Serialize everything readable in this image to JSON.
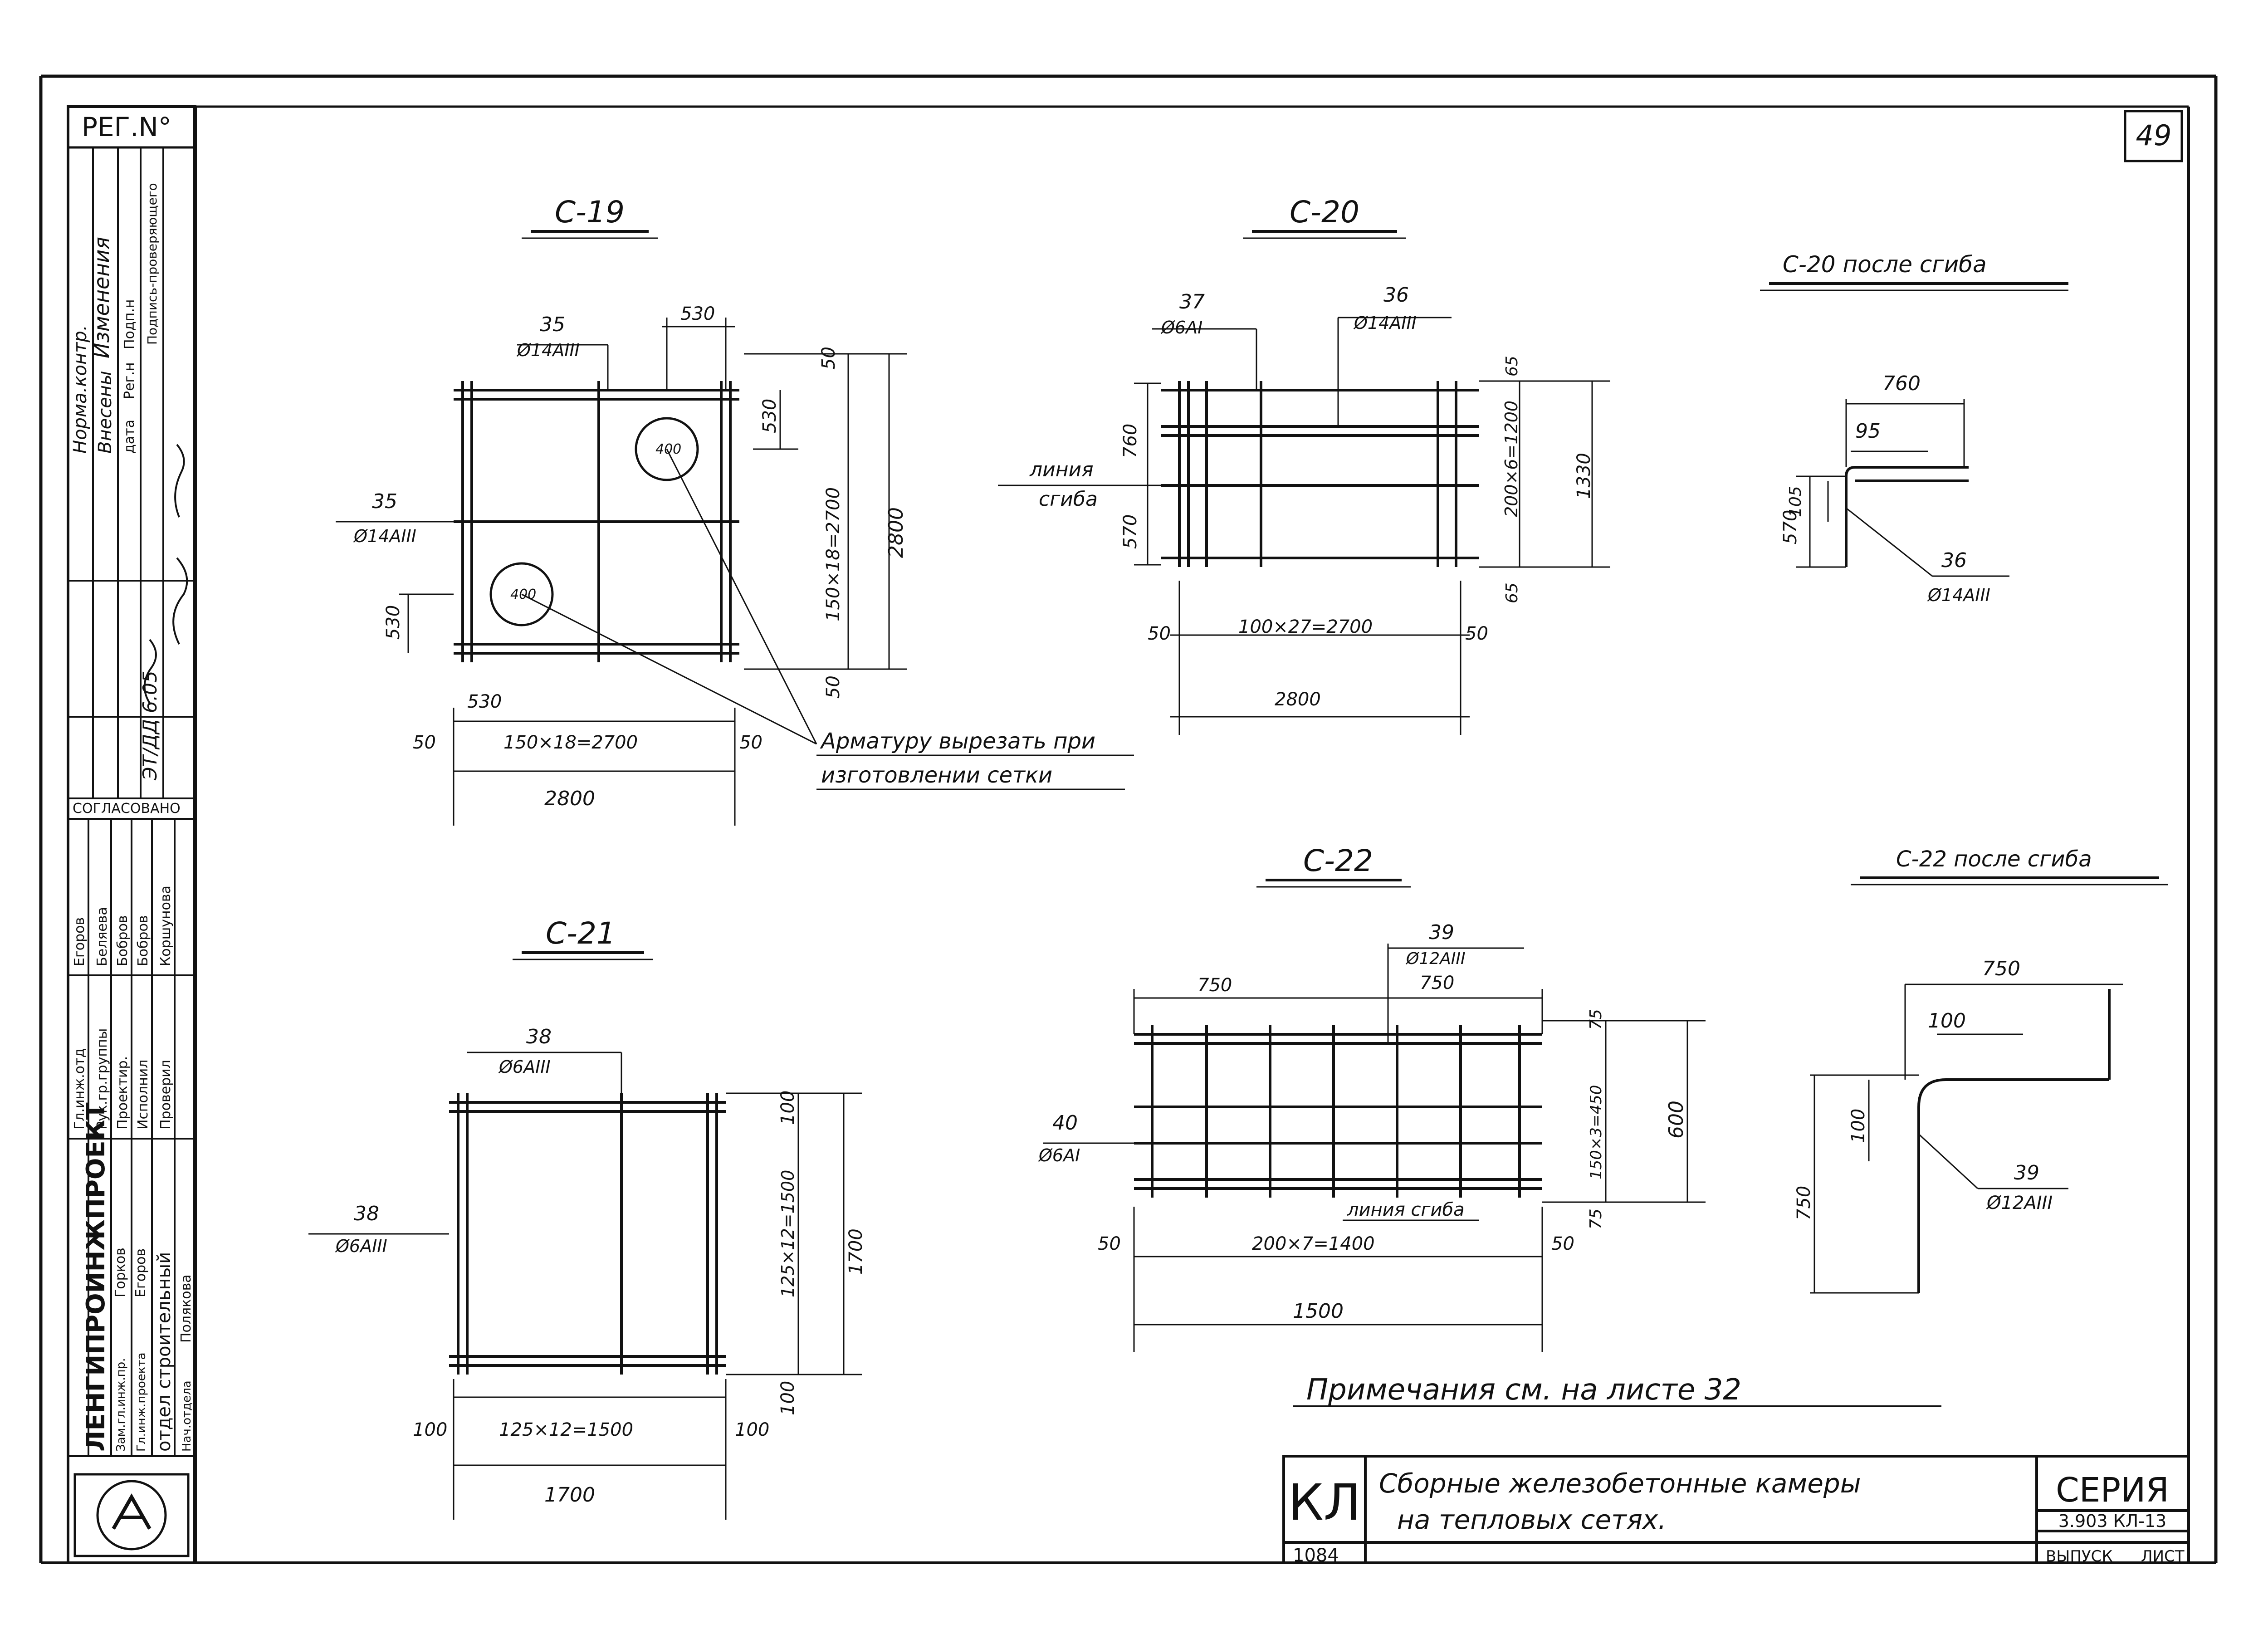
{
  "sheet_number": "49",
  "reg_label": "РЕГ.N°",
  "changes_block": {
    "title": "Изменения",
    "row1": "Норма.контр.",
    "row2": "Внесены",
    "columns": [
      "дата",
      "Рег.н",
      "Подп.н",
      "Подпись-проверяющего"
    ],
    "entry": "ЭТ/ДД 6.05"
  },
  "org": {
    "name": "ЛЕНГИПРОИНЖПРОЕКТ",
    "dept": "отдел строительный",
    "agreed": "СОГЛАСОВАНО",
    "staff": [
      {
        "role": "Гл.инж.отд",
        "name": "Егоров"
      },
      {
        "role": "Рук.гр.группы",
        "name": "Беляева"
      },
      {
        "role": "Проектир.",
        "name": "Бобров"
      },
      {
        "role": "Исполнил",
        "name": "Бобров"
      },
      {
        "role": "Проверил",
        "name": "Коршунова"
      },
      {
        "role": "Зам.гл.инж.пр.",
        "name": "Горков"
      },
      {
        "role": "Гл.инж.проекта",
        "name": "Егоров"
      },
      {
        "role": "Нач.отдела",
        "name": "Полякова"
      }
    ]
  },
  "drawings": {
    "c19": {
      "title": "С-19",
      "bar_top_mark": "35",
      "bar_top_spec": "Ø14АIII",
      "bar_left_mark": "35",
      "bar_left_spec": "Ø14АIII",
      "dim_top": "530",
      "dim_right_top": "50",
      "dim_right_hole": "530",
      "dim_right_mid": "150×18=2700",
      "dim_right_bottom": "50",
      "dim_right_total": "2800",
      "dim_left_hole": "530",
      "dim_bottom_hole": "530",
      "dim_bottom_left": "50",
      "dim_bottom_mid": "150×18=2700",
      "dim_bottom_right": "50",
      "dim_bottom_total": "2800",
      "hole_top": "400",
      "hole_bottom": "400",
      "note_line1": "Арматуру вырезать при",
      "note_line2": "изготовлении сетки"
    },
    "c20": {
      "title": "С-20",
      "bar_a_mark": "37",
      "bar_a_spec": "Ø6АI",
      "bar_b_mark": "36",
      "bar_b_spec": "Ø14АIII",
      "bend_line_1": "линия",
      "bend_line_2": "сгиба",
      "dim_left_top": "760",
      "dim_left_bottom": "570",
      "dim_right_top": "65",
      "dim_right_mid": "200×6=1200",
      "dim_right_bottom": "65",
      "dim_right_total": "1330",
      "dim_bottom_left": "50",
      "dim_bottom_mid": "100×27=2700",
      "dim_bottom_right": "50",
      "dim_bottom_total": "2800"
    },
    "c20_bent": {
      "title": "С-20 после сгиба",
      "dim_top": "760",
      "dim_inner": "95",
      "dim_left": "570",
      "dim_small": "105",
      "bar_mark": "36",
      "bar_spec": "Ø14АIII"
    },
    "c21": {
      "title": "С-21",
      "bar_top_mark": "38",
      "bar_top_spec": "Ø6АIII",
      "bar_left_mark": "38",
      "bar_left_spec": "Ø6АIII",
      "dim_right_top": "100",
      "dim_right_mid": "125×12=1500",
      "dim_right_bottom": "100",
      "dim_right_total": "1700",
      "dim_bottom_left": "100",
      "dim_bottom_mid": "125×12=1500",
      "dim_bottom_right": "100",
      "dim_bottom_total": "1700"
    },
    "c22": {
      "title": "С-22",
      "bar_top_mark": "39",
      "bar_top_spec": "Ø12АIII",
      "bar_left_mark": "40",
      "bar_left_spec": "Ø6АI",
      "dim_top_left": "750",
      "dim_top_right": "750",
      "dim_right_top": "75",
      "dim_right_mid": "150×3=450",
      "dim_right_bottom": "75",
      "dim_right_total": "600",
      "bend_line": "линия сгиба",
      "dim_bottom_left": "50",
      "dim_bottom_mid": "200×7=1400",
      "dim_bottom_right": "50",
      "dim_bottom_total": "1500"
    },
    "c22_bent": {
      "title": "С-22 после сгиба",
      "dim_top": "750",
      "dim_inner": "100",
      "dim_left_small": "100",
      "dim_left": "750",
      "bar_mark": "39",
      "bar_spec": "Ø12АIII"
    }
  },
  "notes": "Примечания см. на листе 32",
  "title_block": {
    "code": "КЛ",
    "title_line1": "Сборные железобетонные камеры",
    "title_line2": "на тепловых сетях.",
    "series_label": "СЕРИЯ",
    "series_value": "3.903 КЛ-13",
    "issue_label": "ВЫПУСК",
    "sheet_label": "ЛИСТ",
    "bottom_code": "1084"
  }
}
